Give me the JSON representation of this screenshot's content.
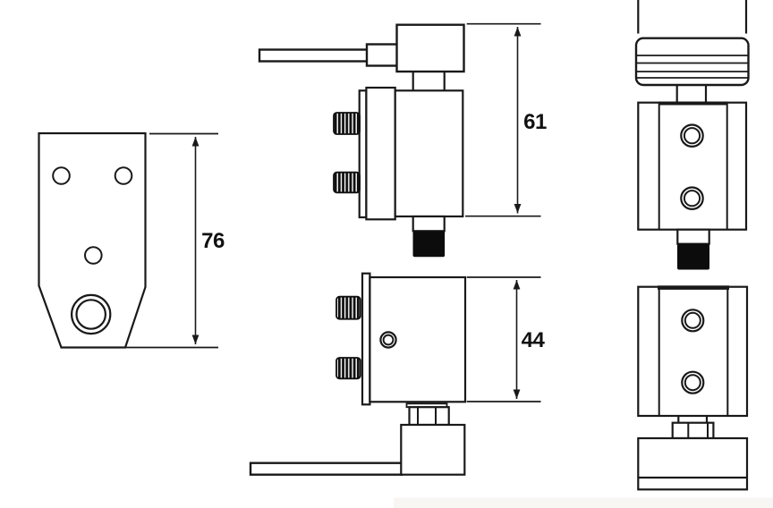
{
  "dimensions": {
    "bracket_height_mm": "76",
    "valve_total_height_mm": "61",
    "valve_body_height_mm": "44"
  },
  "colors": {
    "line": "#191919",
    "solid_black": "#0c0c0c",
    "background": "#ffffff",
    "strip": "#f7f5f2"
  }
}
